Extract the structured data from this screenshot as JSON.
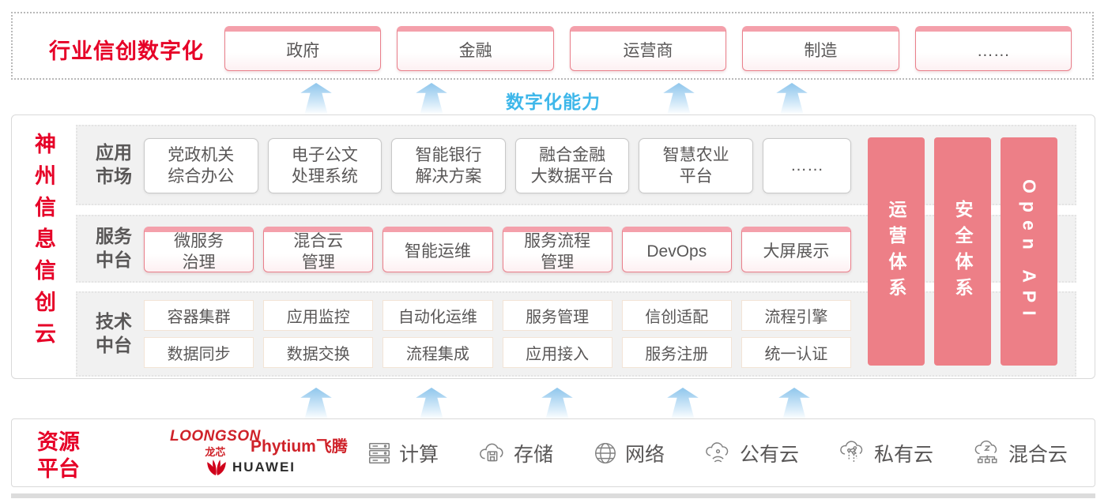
{
  "colors": {
    "brand_red": "#e60027",
    "pillar_pink": "#ed7f87",
    "box_border_pink": "#e97f8b",
    "box_top_strip": "#f4a0ab",
    "text_gray": "#595757",
    "capability_blue": "#3eb7ea",
    "row_bg": "#f1f1f1",
    "border_gray": "#d9d9d9"
  },
  "top": {
    "title": "行业信创数字化",
    "industries": [
      "政府",
      "金融",
      "运营商",
      "制造",
      "……"
    ]
  },
  "capability_label": "数字化能力",
  "platform": {
    "title": "神州信息信创云",
    "rows": [
      {
        "label": "应用\n市场",
        "items": [
          "党政机关\n综合办公",
          "电子公文\n处理系统",
          "智能银行\n解决方案",
          "融合金融\n大数据平台",
          "智慧农业\n平台",
          "……"
        ]
      },
      {
        "label": "服务\n中台",
        "items": [
          "微服务\n治理",
          "混合云\n管理",
          "智能运维",
          "服务流程\n管理",
          "DevOps",
          "大屏展示"
        ]
      },
      {
        "label": "技术\n中台",
        "items_top": [
          "容器集群",
          "应用监控",
          "自动化运维",
          "服务管理",
          "信创适配",
          "流程引擎"
        ],
        "items_bottom": [
          "数据同步",
          "数据交换",
          "流程集成",
          "应用接入",
          "服务注册",
          "统一认证"
        ]
      }
    ],
    "pillars": [
      "运营体系",
      "安全体系",
      "Open API"
    ]
  },
  "resources": {
    "title": "资源\n平台",
    "vendors": [
      {
        "name": "LOONGSON",
        "sub": "龙芯"
      },
      {
        "name": "Phytium",
        "sub": "飞腾"
      },
      {
        "name": "HUAWEI"
      }
    ],
    "items": [
      {
        "icon": "compute-server-icon",
        "label": "计算"
      },
      {
        "icon": "storage-cloud-icon",
        "label": "存储"
      },
      {
        "icon": "network-globe-icon",
        "label": "网络"
      },
      {
        "icon": "public-cloud-icon",
        "label": "公有云"
      },
      {
        "icon": "private-cloud-icon",
        "label": "私有云"
      },
      {
        "icon": "hybrid-cloud-icon",
        "label": "混合云"
      }
    ]
  }
}
